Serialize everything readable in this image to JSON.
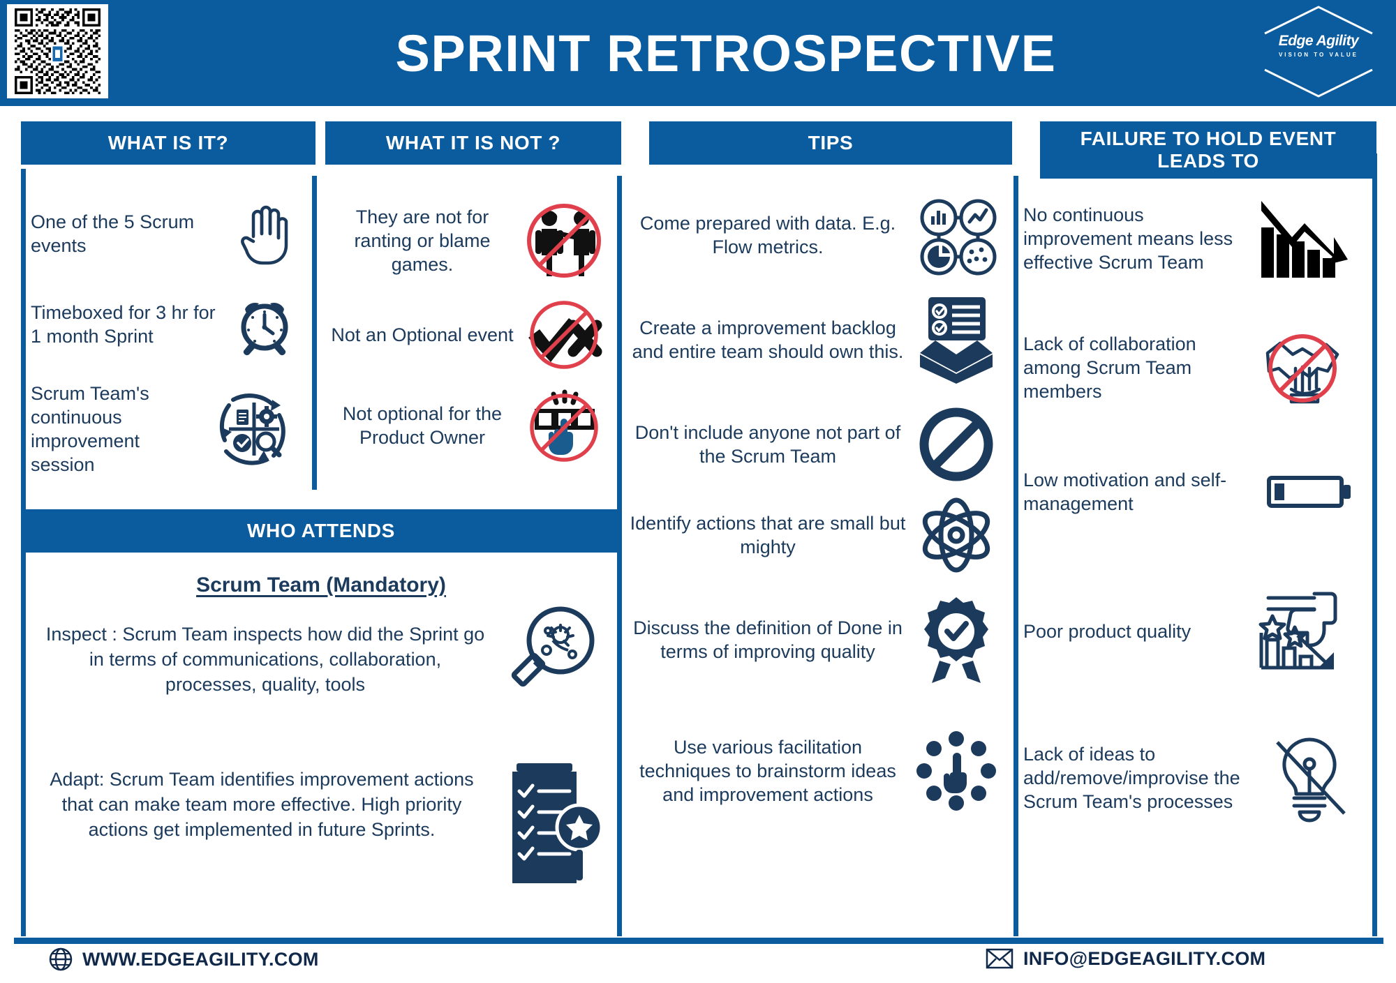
{
  "header": {
    "title": "SPRINT RETROSPECTIVE",
    "logo_name": "Edge Agility",
    "logo_tagline": "VISION TO VALUE",
    "qr_icon": "qr-code-icon",
    "brand_blue": "#0a5c9e",
    "text_navy": "#1b3a5c",
    "accent_red": "#e0404c"
  },
  "columns": {
    "what_is_it": {
      "heading": "WHAT IS IT?",
      "items": [
        {
          "text": "One of the 5 Scrum events",
          "icon": "raised-hand-icon"
        },
        {
          "text": "Timeboxed for 3 hr for  1 month Sprint",
          "icon": "alarm-clock-icon"
        },
        {
          "text": "Scrum Team's continuous improvement session",
          "icon": "continuous-improvement-cycle-icon"
        }
      ]
    },
    "what_it_is_not": {
      "heading": "WHAT IT IS NOT ?",
      "items": [
        {
          "text": "They are not for ranting or blame games.",
          "icon": "no-blaming-people-icon"
        },
        {
          "text": "Not an Optional event",
          "icon": "no-check-or-cross-icon"
        },
        {
          "text": "Not optional for the Product Owner",
          "icon": "no-choice-selection-icon"
        }
      ]
    },
    "who_attends": {
      "heading": "WHO ATTENDS",
      "subtitle": "Scrum Team (Mandatory)",
      "inspect_text": "Inspect : Scrum Team inspects how did the Sprint go in terms of communications, collaboration, processes, quality, tools",
      "inspect_icon": "magnifying-glass-inspect-icon",
      "adapt_text": "Adapt: Scrum Team identifies improvement actions that can make team more effective. High priority actions get implemented in future Sprints.",
      "adapt_icon": "checklist-star-icon"
    },
    "tips": {
      "heading": "TIPS",
      "items": [
        {
          "text": "Come prepared with data. E.g. Flow metrics.",
          "icon": "data-metrics-network-icon"
        },
        {
          "text": "Create a improvement backlog and entire team should own this.",
          "icon": "open-box-checklist-icon"
        },
        {
          "text": "Don't include anyone not part of the Scrum Team",
          "icon": "prohibited-sign-icon"
        },
        {
          "text": "Identify actions that are small but mighty",
          "icon": "atom-icon"
        },
        {
          "text": "Discuss the definition of Done in terms of improving quality",
          "icon": "quality-ribbon-check-icon"
        },
        {
          "text": "Use various facilitation techniques to brainstorm ideas and improvement actions",
          "icon": "pointing-hand-circle-dots-icon"
        }
      ]
    },
    "failure_leads_to": {
      "heading": "FAILURE TO HOLD EVENT LEADS TO",
      "items": [
        {
          "text": "No continuous improvement means less effective Scrum Team",
          "icon": "declining-bar-chart-icon"
        },
        {
          "text": "Lack of collaboration among Scrum Team members",
          "icon": "no-handshake-icon"
        },
        {
          "text": "Low motivation and self-management",
          "icon": "low-battery-icon"
        },
        {
          "text": "Poor product quality",
          "icon": "thumbs-down-declining-rating-icon"
        },
        {
          "text": "Lack of ideas to add/remove/improvise the Scrum Team's processes",
          "icon": "no-lightbulb-idea-icon"
        }
      ]
    }
  },
  "footer": {
    "website": "WWW.EDGEAGILITY.COM",
    "website_icon": "globe-icon",
    "email": "INFO@EDGEAGILITY.COM",
    "email_icon": "envelope-icon"
  }
}
